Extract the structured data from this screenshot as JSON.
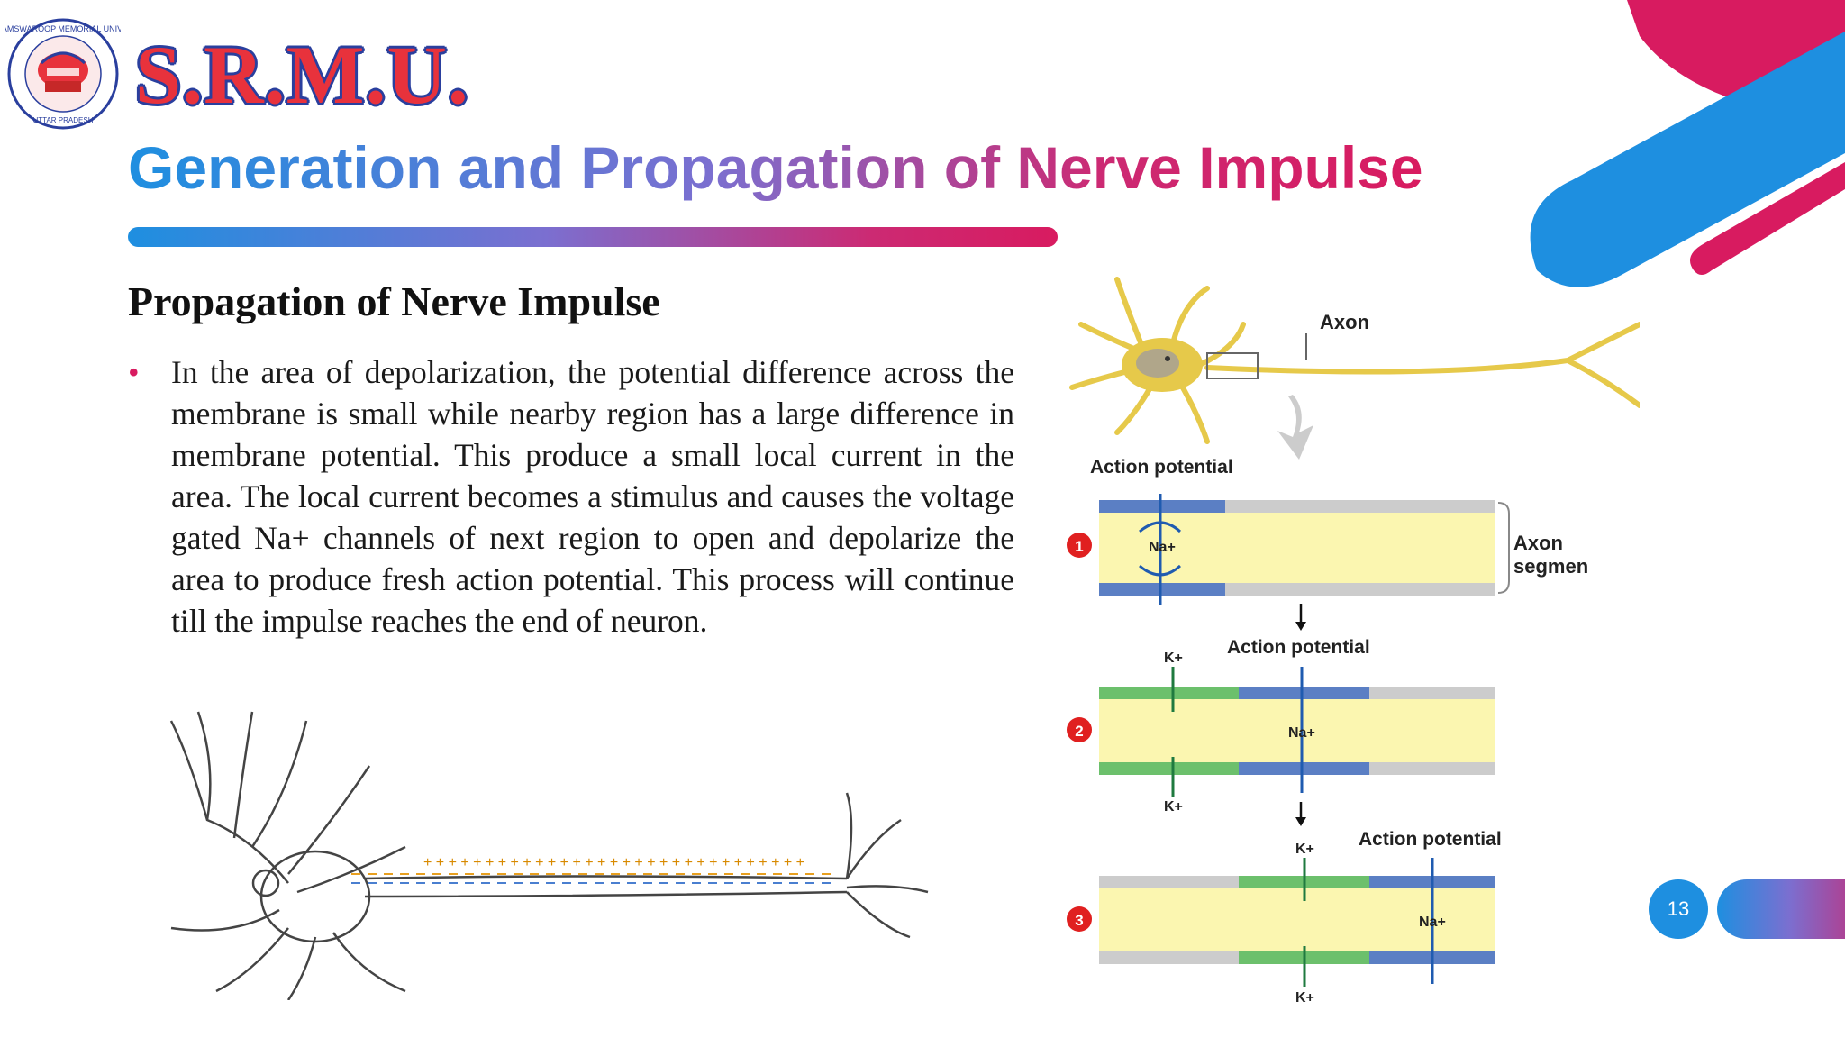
{
  "header": {
    "brand": "S.R.M.U.",
    "seal_top_text": "SHRI RAMSWAROOP MEMORIAL UNIVERSITY",
    "seal_bottom_text": "UTTAR PRADESH"
  },
  "slide": {
    "title": "Generation and Propagation of Nerve Impulse",
    "subtitle": "Propagation of Nerve Impulse",
    "bullet": "In the area of depolarization, the potential difference across the membrane is small while nearby region has a large difference in membrane potential. This produce a small local current in the area. The local current becomes a stimulus and causes the voltage gated Na+ channels of next region to open and depolarize the area to produce fresh action potential. This process will continue till the impulse reaches the end of neuron.",
    "page_number": "13"
  },
  "diagram": {
    "axon_label": "Axon",
    "action_potential": "Action potential",
    "axon_segment_label_1": "Axon",
    "axon_segment_label_2": "segmen",
    "na_label": "Na+",
    "k_label": "K+",
    "step_1": "1",
    "step_2": "2",
    "step_3": "3"
  },
  "colors": {
    "pink": "#d81b60",
    "blue": "#1e8fe0",
    "brand_red": "#e8323c",
    "brand_outline": "#2a3f9e"
  }
}
